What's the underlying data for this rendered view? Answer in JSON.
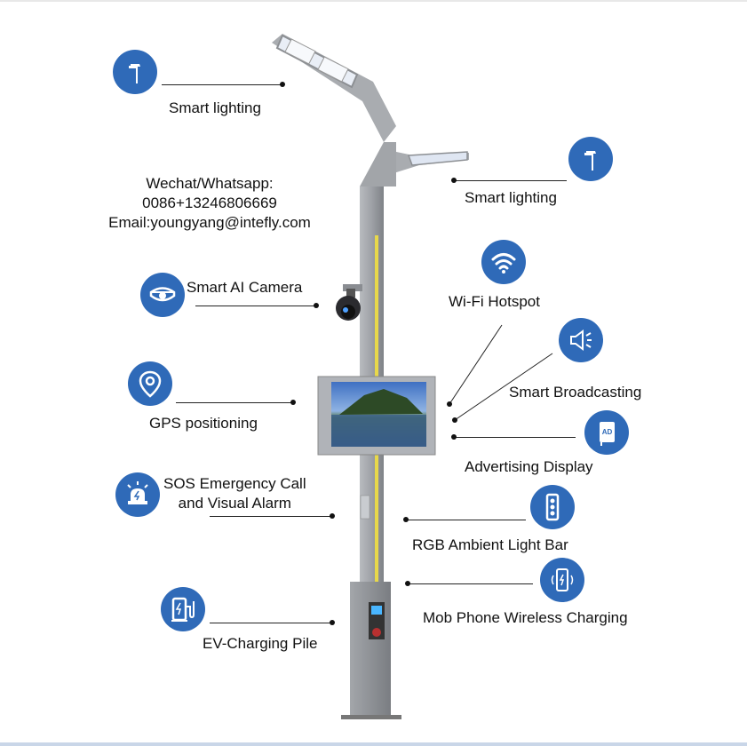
{
  "contact": {
    "line1": "Wechat/Whatsapp:",
    "line2": "0086+13246806669",
    "line3": "Email:youngyang@intefly.com"
  },
  "features": {
    "smart_lighting_left": "Smart lighting",
    "smart_lighting_right": "Smart lighting",
    "smart_ai_camera": "Smart AI Camera",
    "wifi_hotspot": "Wi-Fi Hotspot",
    "smart_broadcasting": "Smart Broadcasting",
    "gps_positioning": "GPS positioning",
    "advertising_display": "Advertising Display",
    "sos_line1": "SOS Emergency Call",
    "sos_line2": "and Visual Alarm",
    "rgb_ambient_light_bar": "RGB Ambient Light Bar",
    "mob_phone_wireless_charging": "Mob Phone Wireless Charging",
    "ev_charging_pile": "EV-Charging Pile"
  },
  "icons": {
    "lamp": "street-lamp-icon",
    "camera": "dome-camera-icon",
    "wifi": "wifi-icon",
    "speaker": "speaker-icon",
    "location": "location-pin-icon",
    "ad": "ad-display-icon",
    "alarm": "siren-alarm-icon",
    "lightbar": "light-bar-icon",
    "phone": "wireless-phone-charging-icon",
    "ev": "ev-charger-icon",
    "ad_text": "AD"
  },
  "colors": {
    "icon_blue": "#2f6ab8",
    "pole_gray": "#9a9da2",
    "light_bar_yellow": "#e8d84a"
  }
}
